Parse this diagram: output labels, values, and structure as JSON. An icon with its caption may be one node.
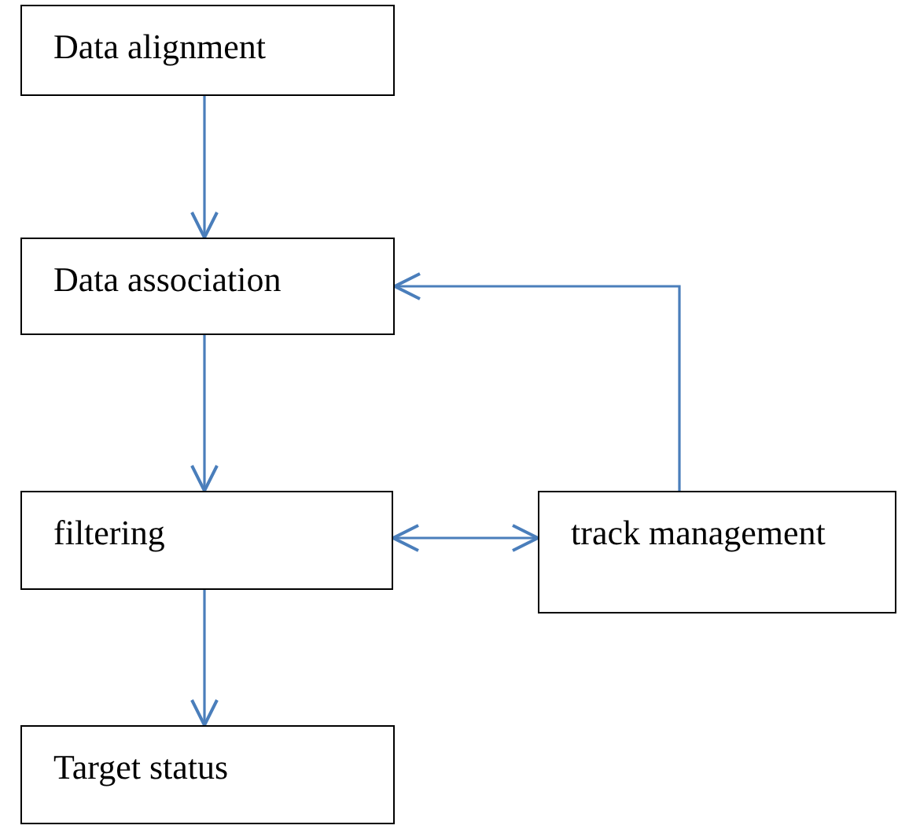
{
  "diagram": {
    "nodes": [
      {
        "text": [
          "Data alignment"
        ]
      },
      {
        "text": [
          "Data association"
        ]
      },
      {
        "text": [
          "filtering"
        ]
      },
      {
        "text": [
          "track management"
        ]
      },
      {
        "text": [
          "Target status"
        ]
      }
    ],
    "edges": [
      {
        "from": 0,
        "to": 1,
        "arrow": "to"
      },
      {
        "from": 1,
        "to": 2,
        "arrow": "to"
      },
      {
        "from": 3,
        "to": 1,
        "arrow": "to"
      },
      {
        "from": 2,
        "to": 3,
        "arrow": "both"
      },
      {
        "from": 2,
        "to": 4,
        "arrow": "to"
      }
    ]
  }
}
